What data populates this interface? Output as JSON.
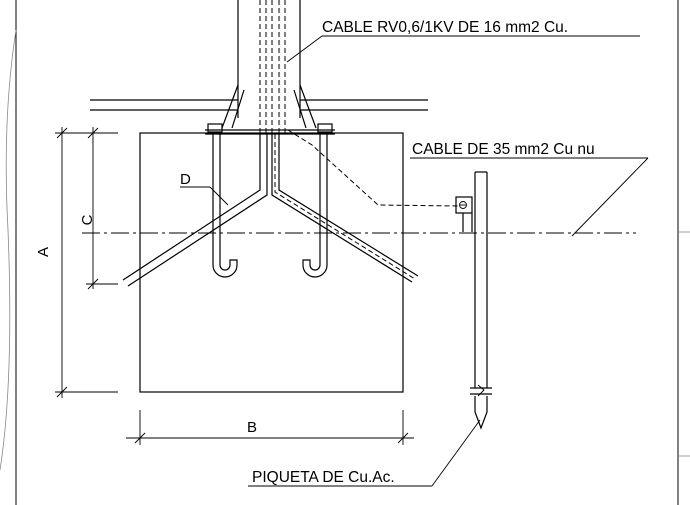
{
  "labels": {
    "cable_rv": "CABLE RV0,6/1KV DE 16 mm2 Cu.",
    "cable_35": "CABLE DE 35 mm2 Cu nu",
    "piqueta": "PIQUETA DE Cu.Ac.",
    "dim_a": "A",
    "dim_b": "B",
    "dim_c": "C",
    "part_d": "D"
  }
}
